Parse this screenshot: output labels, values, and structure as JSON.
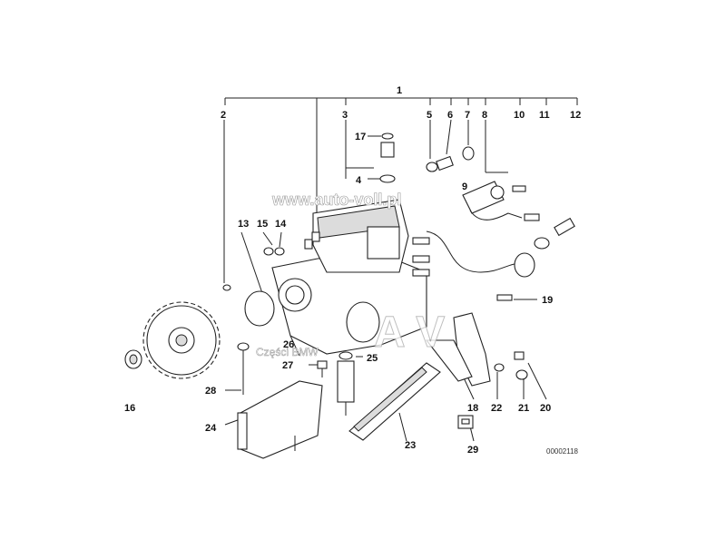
{
  "callouts": {
    "c1": "1",
    "c2": "2",
    "c3": "3",
    "c4": "4",
    "c5": "5",
    "c6": "6",
    "c7": "7",
    "c8": "8",
    "c9": "9",
    "c10": "10",
    "c11": "11",
    "c12": "12",
    "c13": "13",
    "c14": "14",
    "c15": "15",
    "c16": "16",
    "c17": "17",
    "c18": "18",
    "c19": "19",
    "c20": "20",
    "c21": "21",
    "c22": "22",
    "c23": "23",
    "c24": "24",
    "c25": "25",
    "c26": "26",
    "c27": "27",
    "c28": "28",
    "c29": "29"
  },
  "watermarks": {
    "site": "www.auto-voll.pl",
    "parts": "Części BMW",
    "brand": "A V"
  },
  "diagram_code": "00002118",
  "colors": {
    "line": "#222222",
    "shade": "#dcdcdc",
    "watermark": "#9a9a9a"
  }
}
